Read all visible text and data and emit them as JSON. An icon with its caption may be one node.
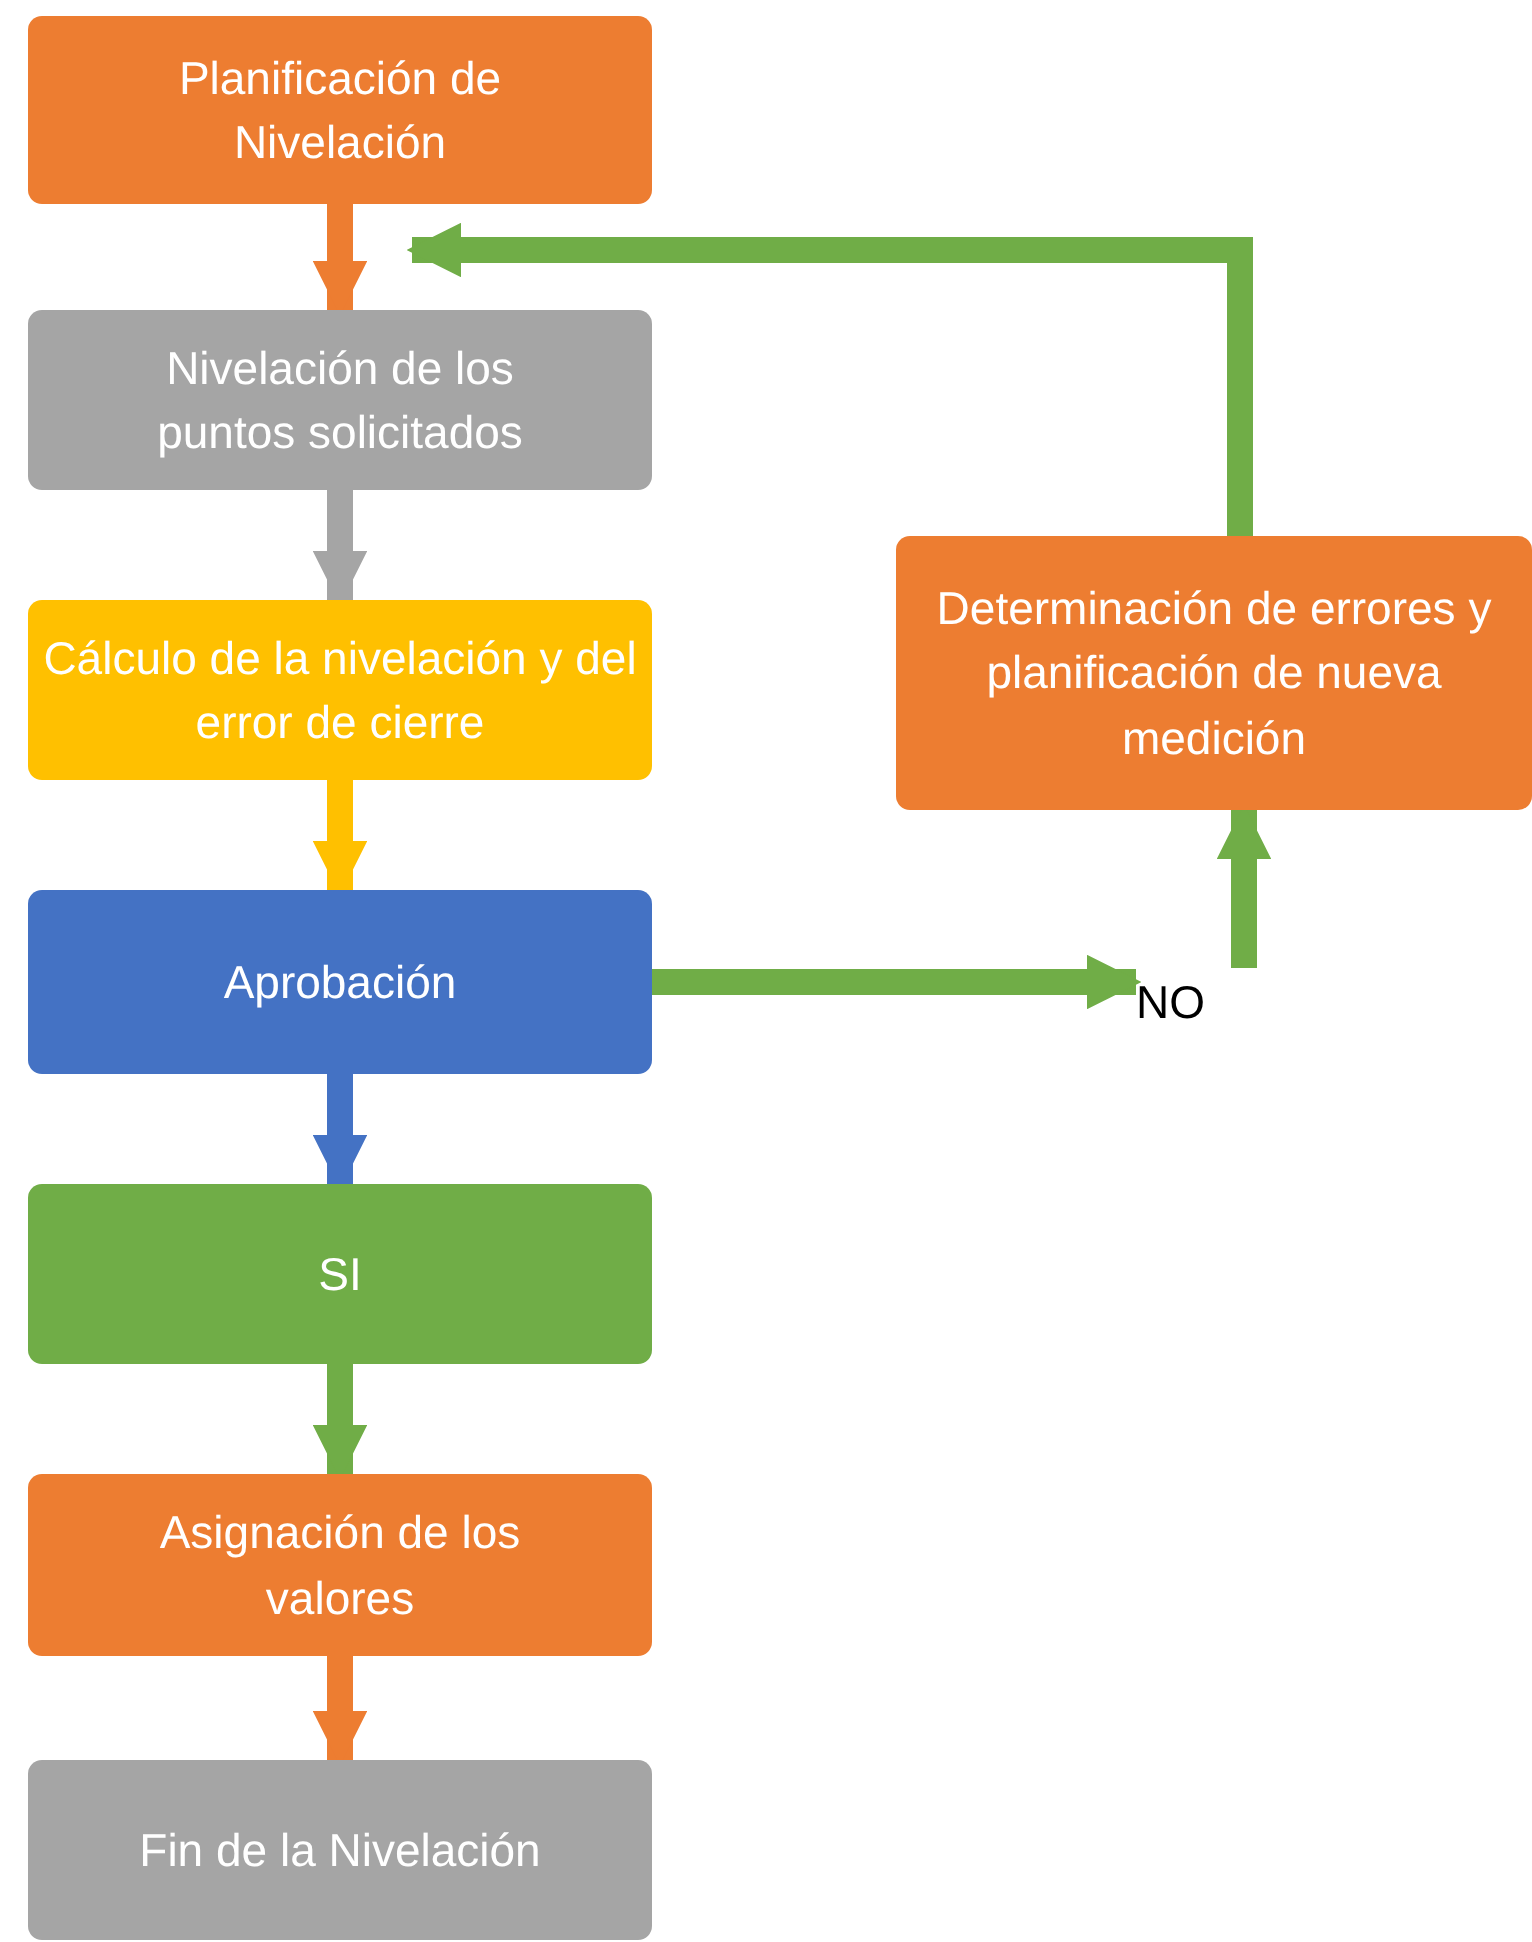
{
  "diagram": {
    "nodes": [
      {
        "text": [
          "Planificación de Nivelación"
        ]
      },
      {
        "text": [
          "Nivelación de los puntos solicitados"
        ]
      },
      {
        "text": [
          "Cálculo de la nivelación y del error de cierre"
        ]
      },
      {
        "text": [
          "Aprobación"
        ]
      },
      {
        "text": [
          "SI"
        ]
      },
      {
        "text": [
          "Asignación de los valores"
        ]
      },
      {
        "text": [
          "Fin de la Nivelación"
        ]
      },
      {
        "text": [
          "Determinación de errores y planificación de nueva medición"
        ]
      },
      {
        "text": [
          "NO"
        ]
      }
    ],
    "edges": [
      {
        "from": 0,
        "to": 1,
        "arrow": "to",
        "color": "#ed7d31"
      },
      {
        "from": 1,
        "to": 2,
        "arrow": "to",
        "color": "#a5a5a5"
      },
      {
        "from": 2,
        "to": 3,
        "arrow": "to",
        "color": "#ffc000"
      },
      {
        "from": 3,
        "to": 4,
        "arrow": "to",
        "color": "#4472c4"
      },
      {
        "from": 4,
        "to": 5,
        "arrow": "to",
        "color": "#70ad47"
      },
      {
        "from": 5,
        "to": 6,
        "arrow": "to",
        "color": "#ed7d31"
      },
      {
        "from": 3,
        "to": 8,
        "arrow": "to",
        "color": "#70ad47"
      },
      {
        "from": 8,
        "to": 7,
        "arrow": "to",
        "color": "#70ad47"
      },
      {
        "from": 7,
        "to": 1,
        "arrow": "to",
        "color": "#70ad47"
      }
    ]
  }
}
